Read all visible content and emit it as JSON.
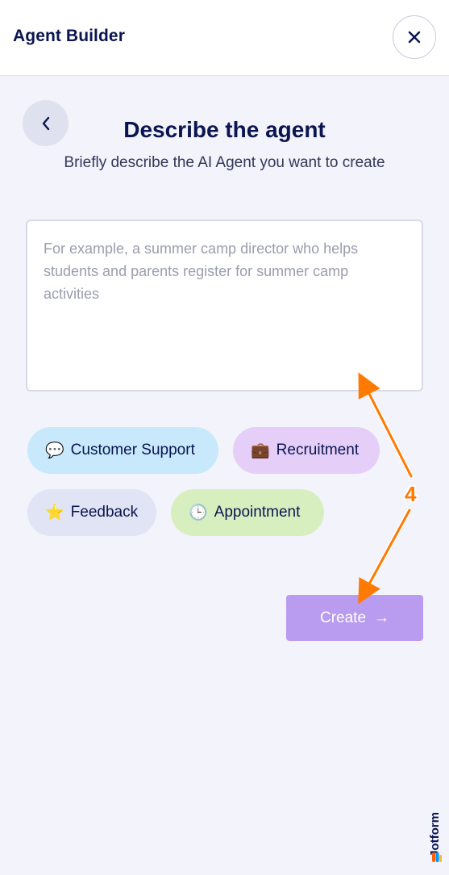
{
  "header": {
    "title": "Agent Builder",
    "close_icon": "close-icon"
  },
  "main": {
    "back_icon": "chevron-left-icon",
    "title": "Describe the agent",
    "subtitle": "Briefly describe the AI Agent you want to create",
    "description": {
      "value": "",
      "placeholder": "For example, a summer camp director who helps students and parents register for summer camp activities"
    },
    "templates": [
      {
        "label": "Customer Support",
        "icon": "speech-balloon-icon",
        "emoji": "💬",
        "color": "#c8e8fc"
      },
      {
        "label": "Recruitment",
        "icon": "briefcase-icon",
        "emoji": "💼",
        "color": "#e5cef7"
      },
      {
        "label": "Feedback",
        "icon": "star-icon",
        "emoji": "⭐",
        "color": "#e1e4f4"
      },
      {
        "label": "Appointment",
        "icon": "clock-icon",
        "emoji": "🕒",
        "color": "#d7efbe"
      }
    ],
    "create_button": {
      "label": "Create",
      "arrow": "→",
      "color": "#b99cef"
    }
  },
  "annotation": {
    "step": "4",
    "color": "#ff7a00"
  },
  "brand": {
    "name": "Jotform"
  }
}
